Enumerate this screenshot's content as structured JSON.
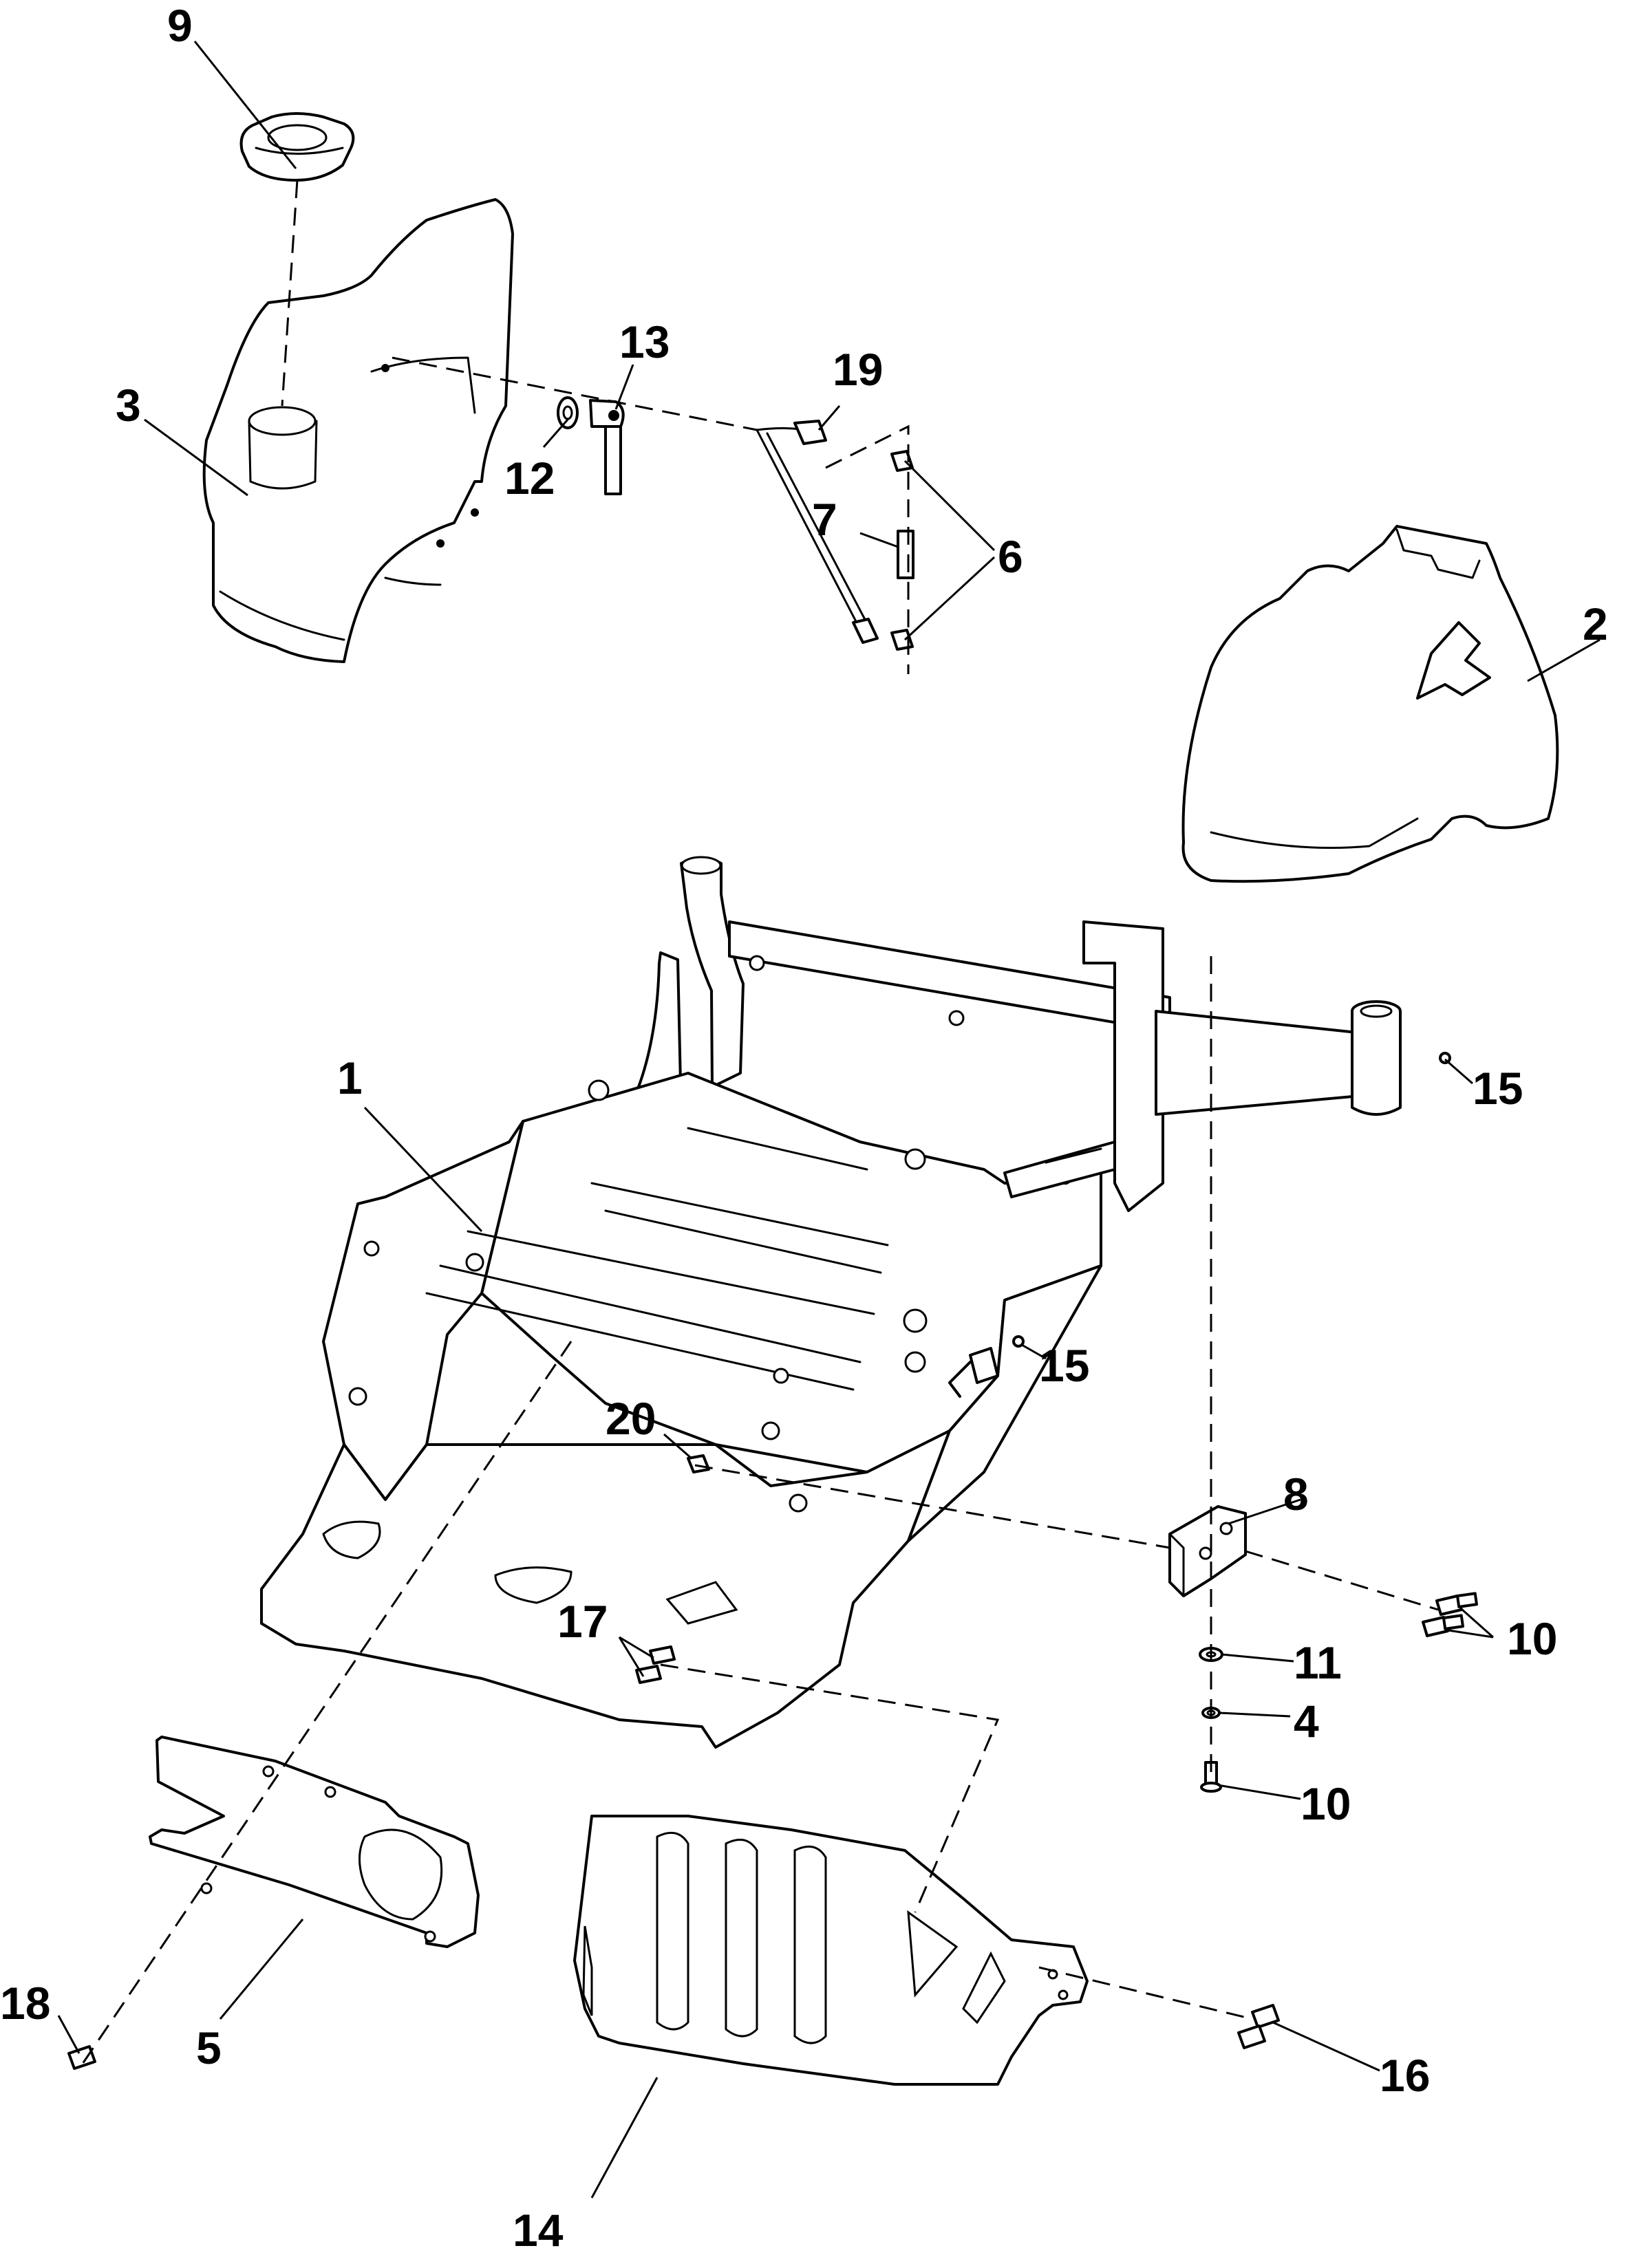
{
  "diagram": {
    "callouts": [
      {
        "id": "c1",
        "text": "1"
      },
      {
        "id": "c2",
        "text": "2"
      },
      {
        "id": "c3",
        "text": "3"
      },
      {
        "id": "c4",
        "text": "4"
      },
      {
        "id": "c5",
        "text": "5"
      },
      {
        "id": "c6",
        "text": "6"
      },
      {
        "id": "c7",
        "text": "7"
      },
      {
        "id": "c8",
        "text": "8"
      },
      {
        "id": "c9",
        "text": "9"
      },
      {
        "id": "c10a",
        "text": "10"
      },
      {
        "id": "c10b",
        "text": "10"
      },
      {
        "id": "c11",
        "text": "11"
      },
      {
        "id": "c12",
        "text": "12"
      },
      {
        "id": "c13",
        "text": "13"
      },
      {
        "id": "c14",
        "text": "14"
      },
      {
        "id": "c15a",
        "text": "15"
      },
      {
        "id": "c15b",
        "text": "15"
      },
      {
        "id": "c16",
        "text": "16"
      },
      {
        "id": "c17",
        "text": "17"
      },
      {
        "id": "c18",
        "text": "18"
      },
      {
        "id": "c19",
        "text": "19"
      },
      {
        "id": "c20",
        "text": "20"
      }
    ]
  }
}
